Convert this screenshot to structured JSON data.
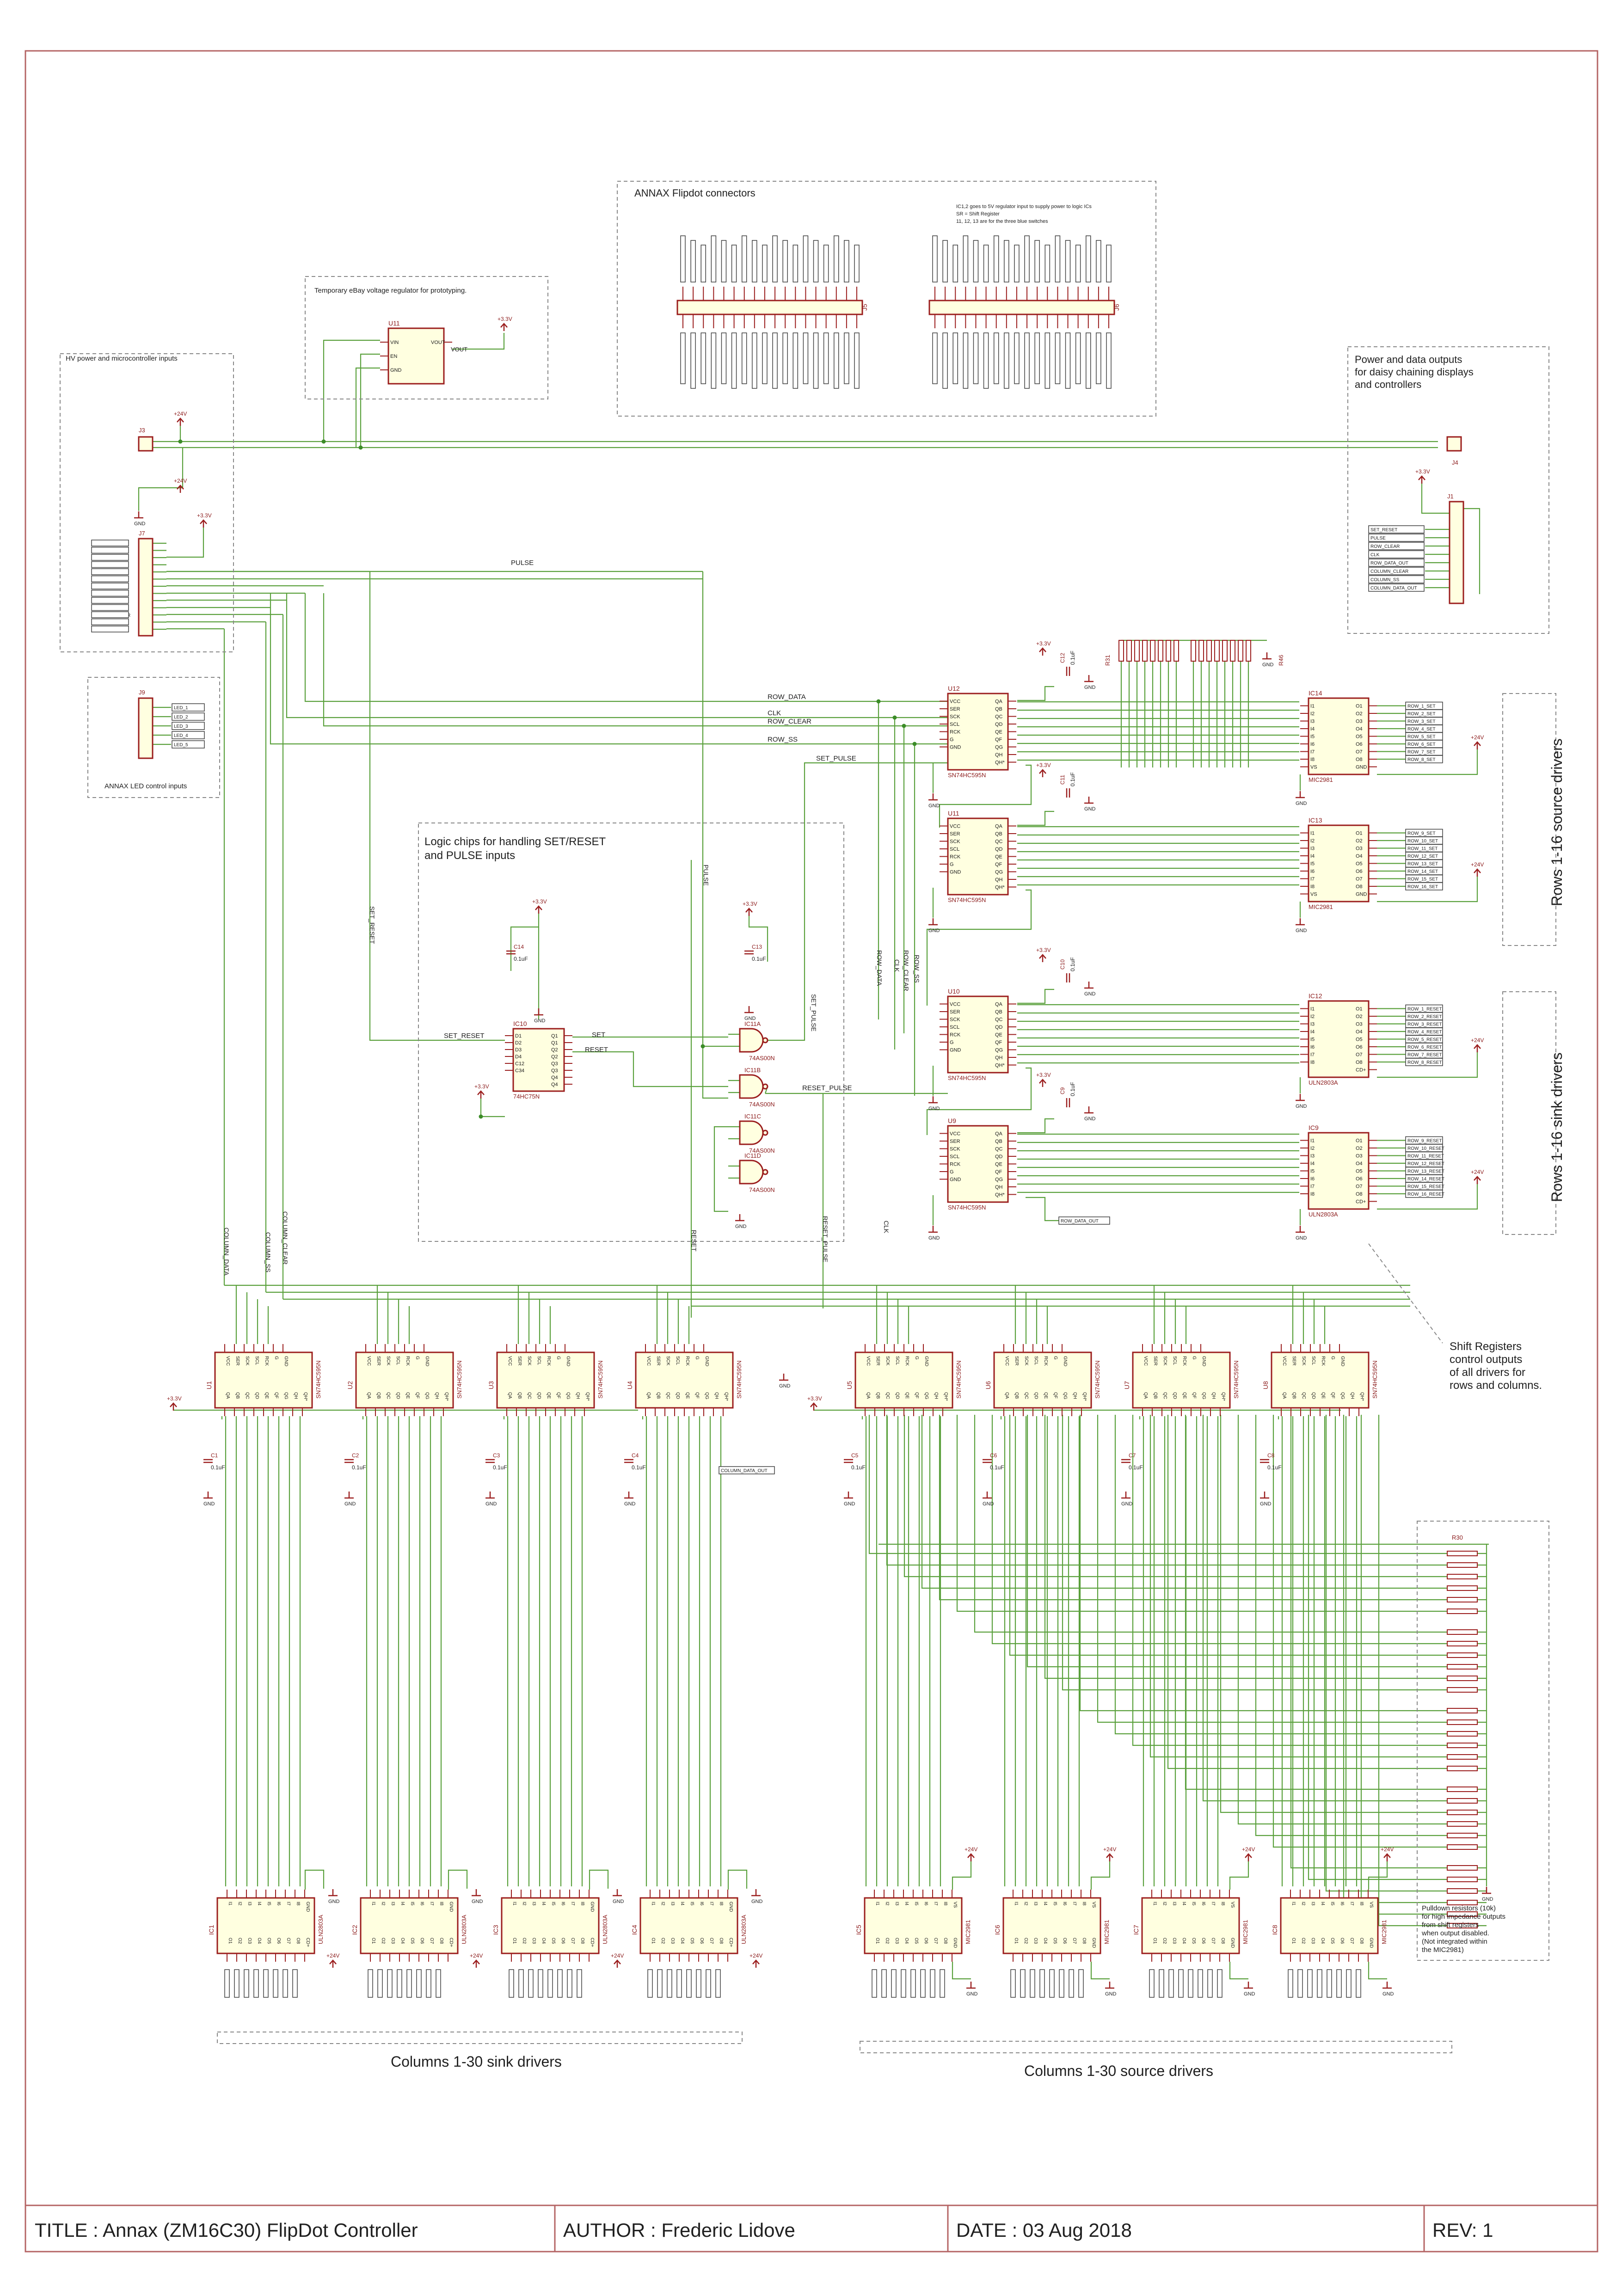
{
  "title_block": {
    "title": "TITLE : Annax (ZM16C30) FlipDot Controller",
    "author": "AUTHOR : Frederic Lidove",
    "date": "DATE : 03 Aug 2018",
    "rev": "REV: 1"
  },
  "sections": {
    "annax_connectors": "ANNAX Flipdot connectors",
    "annax_note_1": "IC1,2 goes to 5V regulator input to supply power to logic ICs",
    "annax_note_2": "SR = Shift Register",
    "annax_note_3": "11, 12, 13 are for the three blue switches",
    "regulator": "Temporary eBay voltage regulator for prototyping.",
    "hv_power": "HV power and microcontroller inputs",
    "led_inputs": "ANNAX LED control inputs",
    "logic_title_1": "Logic chips for handling SET/RESET",
    "logic_title_2": "and PULSE inputs",
    "power_out_1": "Power and data outputs",
    "power_out_2": "for daisy chaining displays",
    "power_out_3": "and controllers",
    "rows_source": "Rows 1-16 source drivers",
    "rows_sink": "Rows 1-16 sink drivers",
    "shift_note_1": "Shift Registers",
    "shift_note_2": "control outputs",
    "shift_note_3": "of all drivers for",
    "shift_note_4": "rows and columns.",
    "cols_sink": "Columns 1-30 sink drivers",
    "cols_source": "Columns 1-30 source drivers",
    "pulldown_1": "Pulldown resistors (10k)",
    "pulldown_2": "for high impedance outputs",
    "pulldown_3": "from shift registers",
    "pulldown_4": "when output disabled.",
    "pulldown_5": "(Not integrated within",
    "pulldown_6": "the MIC2981)"
  },
  "nets": {
    "row_data": "ROW_DATA",
    "clk": "CLK",
    "row_clear": "ROW_CLEAR",
    "row_ss": "ROW_SS",
    "set_pulse": "SET_PULSE",
    "reset_pulse": "RESET_PULSE",
    "set_reset": "SET_RESET",
    "pulse": "PULSE",
    "set": "SET",
    "reset": "RESET",
    "column_data": "COLUMN_DATA",
    "column_ss": "COLUMN_SS",
    "column_clear": "COLUMN_CLEAR",
    "row_data_out": "ROW_DATA_OUT",
    "col_data_out": "COLUMN_DATA_OUT"
  },
  "power": {
    "v24": "+24V",
    "v33": "+3.3V",
    "gnd": "GND"
  },
  "regulator": {
    "ref": "U11",
    "vin": "VIN",
    "en": "EN",
    "gnd": "GND",
    "vout_pin": "VOUT",
    "vout": "VOUT"
  },
  "connectors": {
    "j3": "J3",
    "j4": "J4",
    "j5": "J5",
    "j6": "J6",
    "j7": "J7",
    "j8": "J1",
    "j9": "J9"
  },
  "ics": {
    "sr_type": "SN74HC595N",
    "mic": "MIC2981",
    "uln": "ULN2803A",
    "ic10": "IC10",
    "ic10_type": "74HC75N",
    "ic11a": "IC11A",
    "ic11b": "IC11B",
    "ic11c": "IC11C",
    "ic11d": "IC11D",
    "nand": "74AS00N",
    "u12": "U12",
    "u11": "U11",
    "u10": "U10",
    "u9": "U9",
    "ic4": "IC14",
    "ic3": "IC13",
    "ic2": "IC12",
    "ic9": "IC9",
    "u1": "U1",
    "u2": "U2",
    "u3": "U3",
    "u4": "U4",
    "u5": "U5",
    "u6": "U6",
    "u7": "U7",
    "u8": "U8",
    "ic1": "IC1",
    "ic2b": "IC2",
    "ic3b": "IC3",
    "ic4b": "IC4",
    "ic5": "IC5",
    "ic6": "IC6",
    "ic7": "IC7",
    "ic8": "IC8"
  },
  "caps": {
    "c1": "C1",
    "c2": "C2",
    "c3": "C3",
    "c4": "C4",
    "c5": "C5",
    "c6": "C6",
    "c7": "C7",
    "c8": "C8",
    "c9": "C9",
    "c10": "C10",
    "c11": "C11",
    "c12": "C12",
    "c13": "C13",
    "c14": "C14",
    "val": "0.1uF"
  },
  "resistors": {
    "r31": "R31",
    "r46": "R46",
    "r30": "R30"
  },
  "pins": {
    "sr_left": [
      "VCC",
      "SER",
      "SCK",
      "SCL",
      "RCK",
      "G",
      "GND"
    ],
    "sr_right": [
      "QA",
      "QB",
      "QC",
      "QD",
      "QE",
      "QF",
      "QG",
      "QH",
      "QH*"
    ],
    "mic_left": [
      "I1",
      "I2",
      "I3",
      "I4",
      "I5",
      "I6",
      "I7",
      "I8",
      "VS"
    ],
    "mic_right": [
      "O1",
      "O2",
      "O3",
      "O4",
      "O5",
      "O6",
      "O7",
      "O8",
      "GND"
    ],
    "uln_right": [
      "O1",
      "O2",
      "O3",
      "O4",
      "O5",
      "O6",
      "O7",
      "O8",
      "CD+"
    ],
    "latch_left": [
      "D1",
      "D2",
      "D3",
      "D4",
      "C12",
      "C34"
    ],
    "latch_right": [
      "Q1",
      "Q1",
      "Q2",
      "Q2",
      "Q3",
      "Q3",
      "Q4",
      "Q4"
    ]
  },
  "j7_pins": [
    "+24V",
    "GND",
    "+3.3V",
    "GND",
    "SET_RESET",
    "PULSE",
    "ROW_DATA",
    "CLK",
    "ROW_CLEAR",
    "ROW_SS",
    "COLUMN_CLEAR",
    "COLUMN_SS",
    "COLUMN_DATA"
  ],
  "j8_pins": [
    "SET_RESET",
    "PULSE",
    "ROW_CLEAR",
    "CLK",
    "ROW_DATA_OUT",
    "COLUMN_CLEAR",
    "COLUMN_SS",
    "COLUMN_DATA_OUT"
  ],
  "j9_pins": [
    "LED_1",
    "LED_2",
    "LED_3",
    "LED_4",
    "LED_5"
  ],
  "row_src_out": [
    "ROW_1_SET",
    "ROW_2_SET",
    "ROW_3_SET",
    "ROW_4_SET",
    "ROW_5_SET",
    "ROW_6_SET",
    "ROW_7_SET",
    "ROW_8_SET"
  ],
  "row_src_out2": [
    "ROW_9_SET",
    "ROW_10_SET",
    "ROW_11_SET",
    "ROW_12_SET",
    "ROW_13_SET",
    "ROW_14_SET",
    "ROW_15_SET",
    "ROW_16_SET"
  ],
  "row_sink_out": [
    "ROW_1_RESET",
    "ROW_2_RESET",
    "ROW_3_RESET",
    "ROW_4_RESET",
    "ROW_5_RESET",
    "ROW_6_RESET",
    "ROW_7_RESET",
    "ROW_8_RESET"
  ],
  "row_sink_out2": [
    "ROW_9_RESET",
    "ROW_10_RESET",
    "ROW_11_RESET",
    "ROW_12_RESET",
    "ROW_13_RESET",
    "ROW_14_RESET",
    "ROW_15_RESET",
    "ROW_16_RESET"
  ]
}
